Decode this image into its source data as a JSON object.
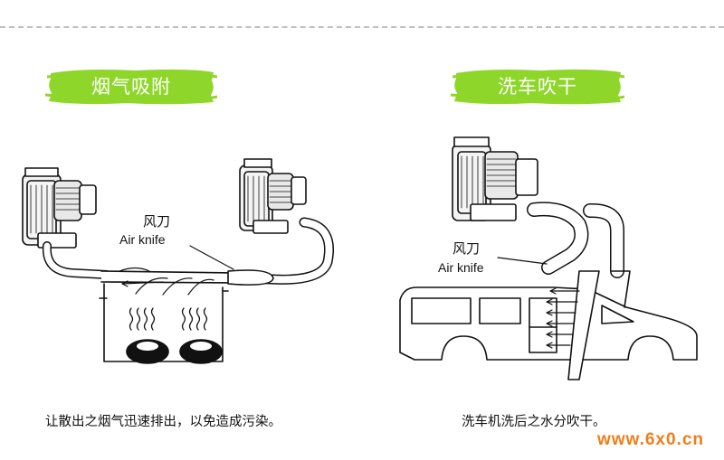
{
  "panels": {
    "left": {
      "banner": "烟气吸附",
      "label_cn": "风刀",
      "label_en": "Air knife",
      "caption": "让散出之烟气迅速排出，以免造成污染。"
    },
    "right": {
      "banner": "洗车吹干",
      "label_cn": "风刀",
      "label_en": "Air knife",
      "caption": "洗车机洗后之水分吹干。"
    }
  },
  "watermark": "www.6x0.cn",
  "colors": {
    "banner_green": "#8fd62a",
    "watermark_orange": "#f07d1a"
  }
}
